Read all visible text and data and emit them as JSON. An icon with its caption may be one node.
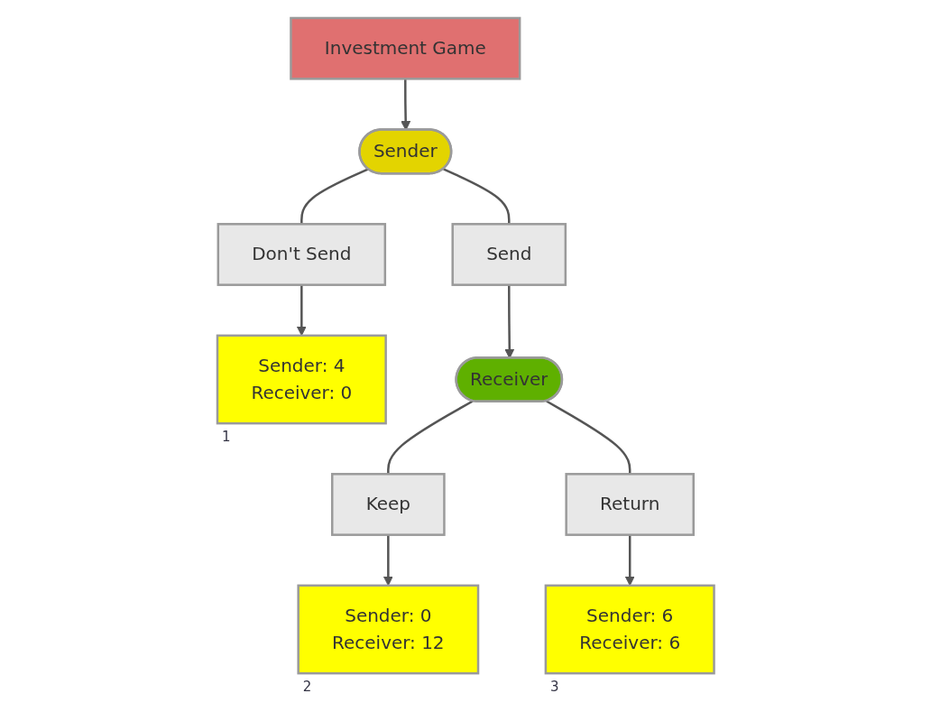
{
  "diagram": {
    "nodes": [
      {
        "text": [
          "Investment Game"
        ]
      },
      {
        "text": [
          "Sender"
        ]
      },
      {
        "text": [
          "Don't Send"
        ]
      },
      {
        "text": [
          "Send"
        ]
      },
      {
        "text": [
          "Sender: 4",
          "Receiver: 0"
        ],
        "beside": [
          "1"
        ]
      },
      {
        "text": [
          "Receiver"
        ]
      },
      {
        "text": [
          "Keep"
        ]
      },
      {
        "text": [
          "Return"
        ]
      },
      {
        "text": [
          "Sender: 0",
          "Receiver: 12"
        ],
        "beside": [
          "2"
        ]
      },
      {
        "text": [
          "Sender: 6",
          "Receiver: 6"
        ],
        "beside": [
          "3"
        ]
      }
    ],
    "edges": [
      {
        "from": 0,
        "to": 1,
        "arrow": "to"
      },
      {
        "from": 1,
        "to": 2,
        "arrow": "none"
      },
      {
        "from": 1,
        "to": 3,
        "arrow": "none"
      },
      {
        "from": 2,
        "to": 4,
        "arrow": "to"
      },
      {
        "from": 3,
        "to": 5,
        "arrow": "to"
      },
      {
        "from": 5,
        "to": 6,
        "arrow": "none"
      },
      {
        "from": 5,
        "to": 7,
        "arrow": "none"
      },
      {
        "from": 6,
        "to": 8,
        "arrow": "to"
      },
      {
        "from": 7,
        "to": 9,
        "arrow": "to"
      }
    ]
  }
}
